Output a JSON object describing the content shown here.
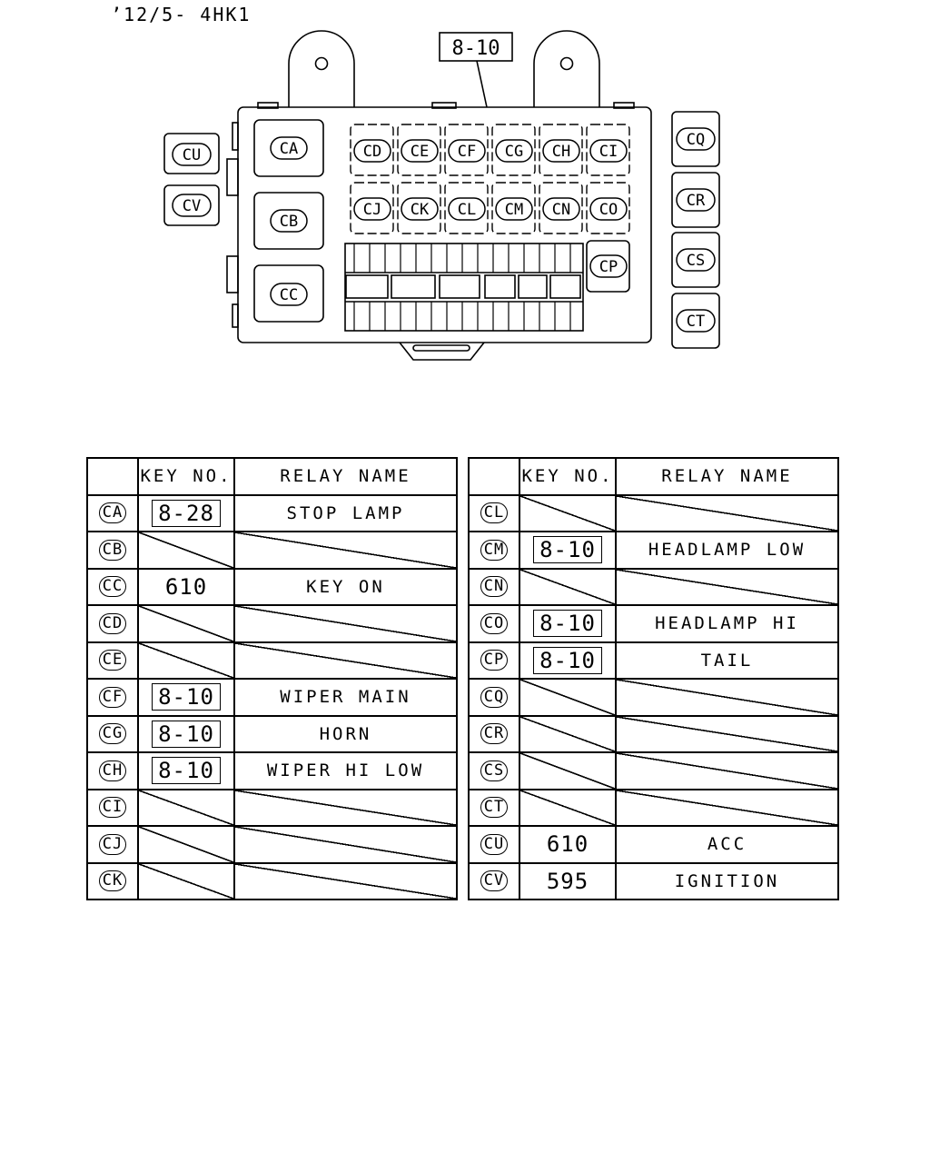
{
  "header": {
    "model_text": "’12/5- 4HK1"
  },
  "diagram": {
    "callout_key": "8-10",
    "relays": {
      "CA": "CA",
      "CB": "CB",
      "CC": "CC",
      "CD": "CD",
      "CE": "CE",
      "CF": "CF",
      "CG": "CG",
      "CH": "CH",
      "CI": "CI",
      "CJ": "CJ",
      "CK": "CK",
      "CL": "CL",
      "CM": "CM",
      "CN": "CN",
      "CO": "CO",
      "CP": "CP",
      "CQ": "CQ",
      "CR": "CR",
      "CS": "CS",
      "CT": "CT",
      "CU": "CU",
      "CV": "CV"
    }
  },
  "table": {
    "headers": {
      "key_no": "KEY NO.",
      "relay_name": "RELAY NAME"
    },
    "left_rows": [
      {
        "id": "CA",
        "key": "8-28",
        "boxed": true,
        "name": "STOP LAMP"
      },
      {
        "id": "CB",
        "key": "",
        "boxed": false,
        "name": ""
      },
      {
        "id": "CC",
        "key": "610",
        "boxed": false,
        "name": "KEY ON"
      },
      {
        "id": "CD",
        "key": "",
        "boxed": false,
        "name": ""
      },
      {
        "id": "CE",
        "key": "",
        "boxed": false,
        "name": ""
      },
      {
        "id": "CF",
        "key": "8-10",
        "boxed": true,
        "name": "WIPER MAIN"
      },
      {
        "id": "CG",
        "key": "8-10",
        "boxed": true,
        "name": "HORN"
      },
      {
        "id": "CH",
        "key": "8-10",
        "boxed": true,
        "name": "WIPER HI LOW"
      },
      {
        "id": "CI",
        "key": "",
        "boxed": false,
        "name": ""
      },
      {
        "id": "CJ",
        "key": "",
        "boxed": false,
        "name": ""
      },
      {
        "id": "CK",
        "key": "",
        "boxed": false,
        "name": ""
      }
    ],
    "right_rows": [
      {
        "id": "CL",
        "key": "",
        "boxed": false,
        "name": ""
      },
      {
        "id": "CM",
        "key": "8-10",
        "boxed": true,
        "name": "HEADLAMP LOW"
      },
      {
        "id": "CN",
        "key": "",
        "boxed": false,
        "name": ""
      },
      {
        "id": "CO",
        "key": "8-10",
        "boxed": true,
        "name": "HEADLAMP HI"
      },
      {
        "id": "CP",
        "key": "8-10",
        "boxed": true,
        "name": "TAIL"
      },
      {
        "id": "CQ",
        "key": "",
        "boxed": false,
        "name": ""
      },
      {
        "id": "CR",
        "key": "",
        "boxed": false,
        "name": ""
      },
      {
        "id": "CS",
        "key": "",
        "boxed": false,
        "name": ""
      },
      {
        "id": "CT",
        "key": "",
        "boxed": false,
        "name": ""
      },
      {
        "id": "CU",
        "key": "610",
        "boxed": false,
        "name": "ACC"
      },
      {
        "id": "CV",
        "key": "595",
        "boxed": false,
        "name": "IGNITION"
      }
    ]
  }
}
